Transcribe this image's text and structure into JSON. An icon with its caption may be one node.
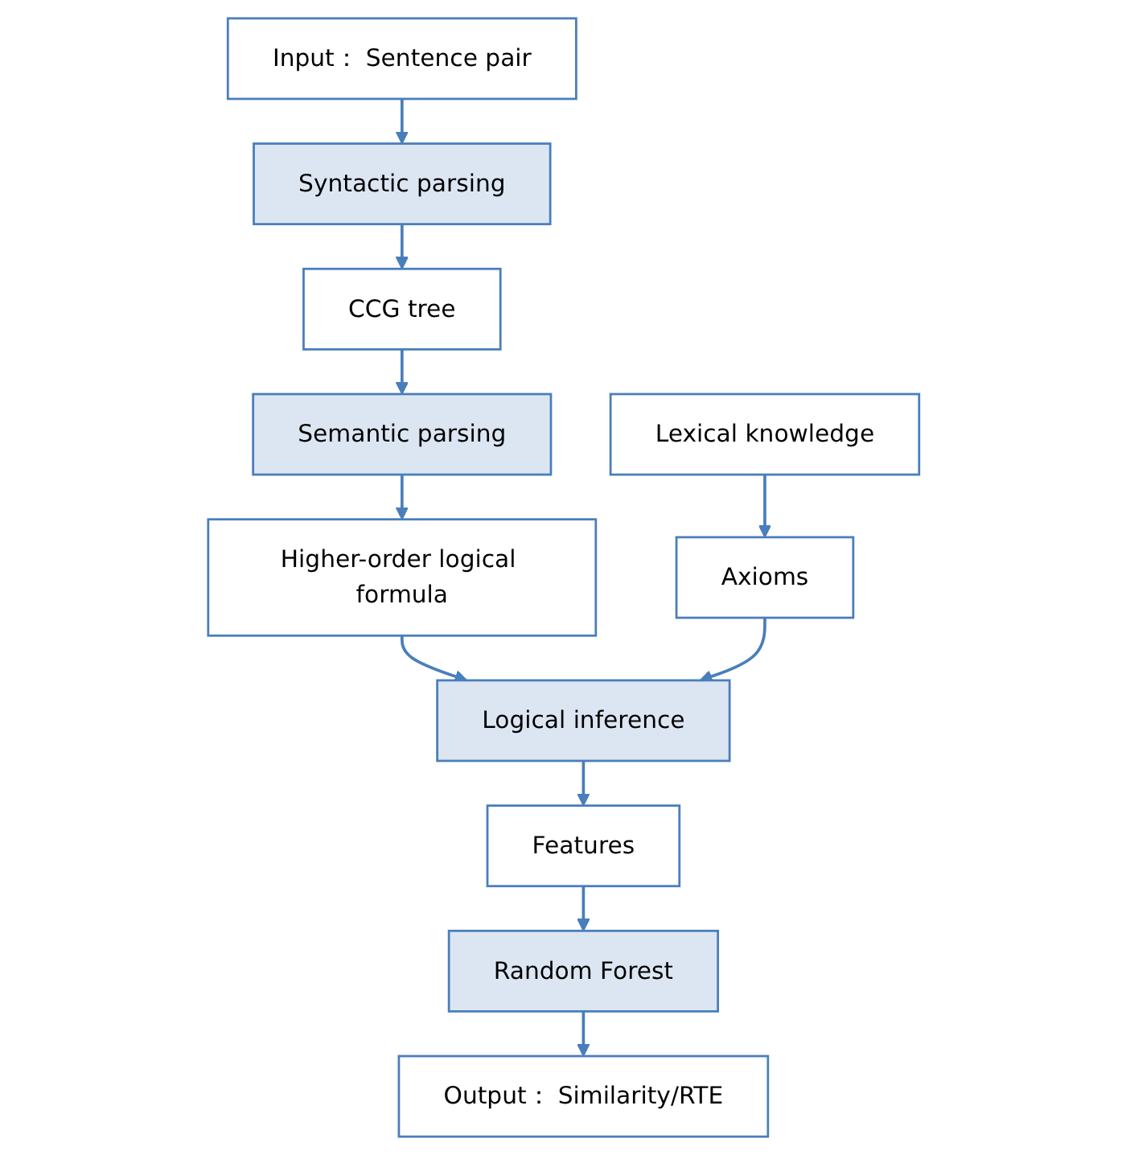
{
  "diagram": {
    "nodes": [
      {
        "text": [
          "Input： Sentence pair"
        ]
      },
      {
        "text": [
          "Syntactic parsing"
        ]
      },
      {
        "text": [
          "CCG tree"
        ]
      },
      {
        "text": [
          "Semantic parsing"
        ]
      },
      {
        "text": [
          "Higher-order logical formula"
        ]
      },
      {
        "text": [
          "Logical inference"
        ]
      },
      {
        "text": [
          "Features"
        ]
      },
      {
        "text": [
          "Random Forest"
        ]
      },
      {
        "text": [
          "Output： Similarity/RTE"
        ]
      },
      {
        "text": [
          "Lexical knowledge"
        ]
      },
      {
        "text": [
          "Axioms"
        ]
      }
    ],
    "edges": [
      {
        "from": 0,
        "to": 1,
        "arrow": "to"
      },
      {
        "from": 1,
        "to": 2,
        "arrow": "to"
      },
      {
        "from": 2,
        "to": 3,
        "arrow": "to"
      },
      {
        "from": 3,
        "to": 4,
        "arrow": "to"
      },
      {
        "from": 4,
        "to": 5,
        "arrow": "to"
      },
      {
        "from": 5,
        "to": 6,
        "arrow": "to"
      },
      {
        "from": 6,
        "to": 7,
        "arrow": "to"
      },
      {
        "from": 7,
        "to": 8,
        "arrow": "to"
      },
      {
        "from": 9,
        "to": 10,
        "arrow": "to"
      },
      {
        "from": 10,
        "to": 5,
        "arrow": "to"
      }
    ]
  }
}
